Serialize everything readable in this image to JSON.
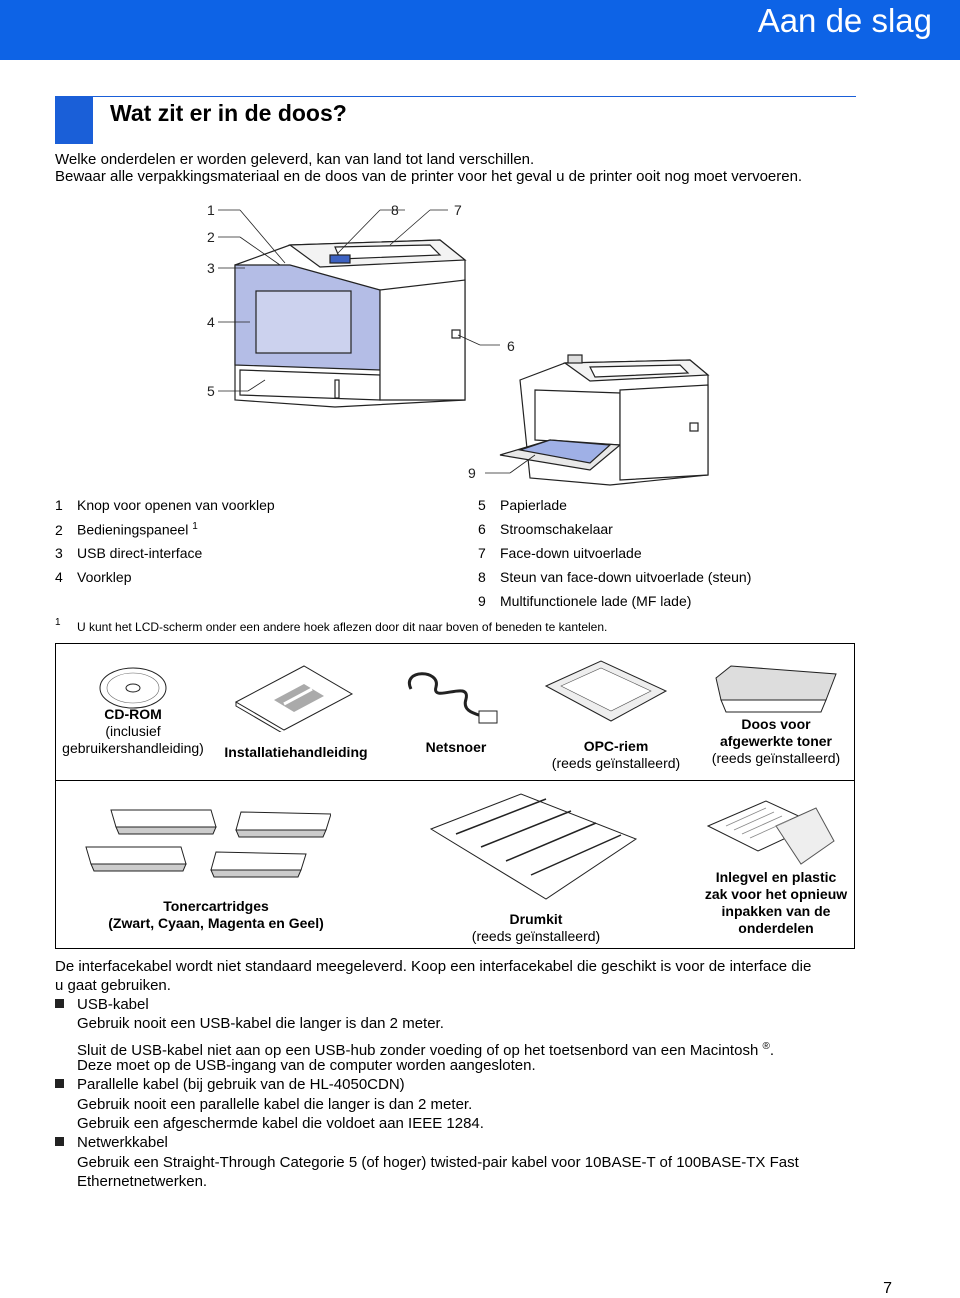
{
  "header": {
    "title": "Aan de slag"
  },
  "section": {
    "title": "Wat zit er in de doos?"
  },
  "intro": {
    "line1": "Welke onderdelen er worden geleverd, kan van land tot land verschillen.",
    "line2": "Bewaar alle verpakkingsmateriaal en de doos van de printer voor het geval u de printer ooit nog moet vervoeren."
  },
  "callouts": {
    "c1": "1",
    "c2": "2",
    "c3": "3",
    "c4": "4",
    "c5": "5",
    "c6": "6",
    "c7": "7",
    "c8": "8",
    "c9": "9"
  },
  "legend": {
    "left": [
      {
        "num": "1",
        "label": "Knop voor openen van voorklep",
        "sup": ""
      },
      {
        "num": "2",
        "label": "Bedieningspaneel",
        "sup": "1"
      },
      {
        "num": "3",
        "label": "USB direct-interface",
        "sup": ""
      },
      {
        "num": "4",
        "label": "Voorklep",
        "sup": ""
      }
    ],
    "right": [
      {
        "num": "5",
        "label": "Papierlade"
      },
      {
        "num": "6",
        "label": "Stroomschakelaar"
      },
      {
        "num": "7",
        "label": "Face-down uitvoerlade"
      },
      {
        "num": "8",
        "label": "Steun van face-down uitvoerlade (steun)"
      },
      {
        "num": "9",
        "label": "Multifunctionele lade (MF lade)"
      }
    ]
  },
  "footnote": {
    "mark": "1",
    "text": "U kunt het LCD-scherm onder een andere hoek aflezen door dit naar boven of beneden te kantelen."
  },
  "items": {
    "cdrom": {
      "title": "CD-ROM",
      "line2": "(inclusief",
      "line3": "gebruikershandleiding)"
    },
    "guide": {
      "title": "Installatiehandleiding"
    },
    "power": {
      "title": "Netsnoer"
    },
    "belt": {
      "title": "OPC-riem",
      "line2": "(reeds geïnstalleerd)"
    },
    "waste": {
      "title1": "Doos voor",
      "title2": "afgewerkte toner",
      "line3": "(reeds geïnstalleerd)"
    },
    "toner": {
      "title1": "Tonercartridges",
      "title2": "(Zwart, Cyaan, Magenta en Geel)"
    },
    "drum": {
      "title": "Drumkit",
      "line2": "(reeds geïnstalleerd)"
    },
    "sheet": {
      "title1": "Inlegvel en plastic",
      "title2": "zak voor het opnieuw",
      "title3": "inpakken van de",
      "title4": "onderdelen"
    }
  },
  "body": {
    "p1a": "De interfacekabel wordt niet standaard meegeleverd. Koop een interfacekabel die geschikt is voor de interface die",
    "p1b": "u gaat gebruiken.",
    "usb_title": "USB-kabel",
    "usb_l1": "Gebruik nooit een USB-kabel die langer is dan 2 meter.",
    "usb_l2": "Sluit de USB-kabel niet aan op een USB-hub zonder voeding of op het toetsenbord van een Macintosh",
    "usb_l2_sup": "®",
    "usb_l2_end": ".",
    "usb_l3": "Deze moet op de USB-ingang van de computer worden aangesloten.",
    "par_title": "Parallelle kabel (bij gebruik van de HL-4050CDN)",
    "par_l1": "Gebruik nooit een parallelle kabel die langer is dan 2 meter.",
    "par_l2": "Gebruik een afgeschermde kabel die voldoet aan IEEE 1284.",
    "net_title": "Netwerkkabel",
    "net_l1": "Gebruik een Straight-Through Categorie 5 (of hoger) twisted-pair kabel voor 10BASE-T of 100BASE-TX Fast",
    "net_l2": "Ethernetnetwerken."
  },
  "page": {
    "number": "7"
  },
  "colors": {
    "accent": "#0d63e6",
    "printer_front": "#b4bde6"
  }
}
